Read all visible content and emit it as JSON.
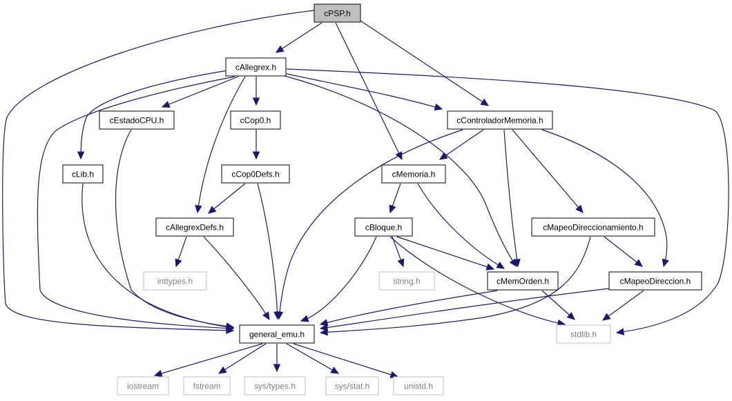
{
  "graph": {
    "title": "cPSP.h",
    "nodes": [
      {
        "id": "cPSP",
        "label": "cPSP.h",
        "style": "root"
      },
      {
        "id": "cAllegrex",
        "label": "cAllegrex.h",
        "style": "local"
      },
      {
        "id": "cEstadoCPU",
        "label": "cEstadoCPU.h",
        "style": "local"
      },
      {
        "id": "cCop0",
        "label": "cCop0.h",
        "style": "local"
      },
      {
        "id": "cControladorMemoria",
        "label": "cControladorMemoria.h",
        "style": "local"
      },
      {
        "id": "cLib",
        "label": "cLib.h",
        "style": "local"
      },
      {
        "id": "cCop0Defs",
        "label": "cCop0Defs.h",
        "style": "local"
      },
      {
        "id": "cMemoria",
        "label": "cMemoria.h",
        "style": "local"
      },
      {
        "id": "cAllegrexDefs",
        "label": "cAllegrexDefs.h",
        "style": "local"
      },
      {
        "id": "cBloque",
        "label": "cBloque.h",
        "style": "local"
      },
      {
        "id": "cMapeoDireccionamiento",
        "label": "cMapeoDireccionamiento.h",
        "style": "local"
      },
      {
        "id": "inttypes",
        "label": "inttypes.h",
        "style": "system"
      },
      {
        "id": "string",
        "label": "string.h",
        "style": "system"
      },
      {
        "id": "cMemOrden",
        "label": "cMemOrden.h",
        "style": "local"
      },
      {
        "id": "cMapeoDireccion",
        "label": "cMapeoDireccion.h",
        "style": "local"
      },
      {
        "id": "general_emu",
        "label": "general_emu.h",
        "style": "local"
      },
      {
        "id": "stdlib",
        "label": "stdlib.h",
        "style": "system"
      },
      {
        "id": "iostream",
        "label": "iostream",
        "style": "system"
      },
      {
        "id": "fstream",
        "label": "fstream",
        "style": "system"
      },
      {
        "id": "sys_types",
        "label": "sys/types.h",
        "style": "system"
      },
      {
        "id": "sys_stat",
        "label": "sys/stat.h",
        "style": "system"
      },
      {
        "id": "unistd",
        "label": "unistd.h",
        "style": "system"
      }
    ],
    "edges": [
      {
        "from": "cPSP",
        "to": "cAllegrex"
      },
      {
        "from": "cPSP",
        "to": "general_emu"
      },
      {
        "from": "cPSP",
        "to": "cMemoria"
      },
      {
        "from": "cPSP",
        "to": "cControladorMemoria"
      },
      {
        "from": "cAllegrex",
        "to": "cEstadoCPU"
      },
      {
        "from": "cAllegrex",
        "to": "cCop0"
      },
      {
        "from": "cAllegrex",
        "to": "cControladorMemoria"
      },
      {
        "from": "cAllegrex",
        "to": "cLib"
      },
      {
        "from": "cAllegrex",
        "to": "cAllegrexDefs"
      },
      {
        "from": "cAllegrex",
        "to": "general_emu"
      },
      {
        "from": "cAllegrex",
        "to": "cMemOrden"
      },
      {
        "from": "cAllegrex",
        "to": "stdlib"
      },
      {
        "from": "cEstadoCPU",
        "to": "general_emu"
      },
      {
        "from": "cCop0",
        "to": "cCop0Defs"
      },
      {
        "from": "cCop0Defs",
        "to": "cAllegrexDefs"
      },
      {
        "from": "cCop0Defs",
        "to": "general_emu"
      },
      {
        "from": "cLib",
        "to": "general_emu"
      },
      {
        "from": "cControladorMemoria",
        "to": "cMemoria"
      },
      {
        "from": "cControladorMemoria",
        "to": "cMemOrden"
      },
      {
        "from": "cControladorMemoria",
        "to": "cMapeoDireccionamiento"
      },
      {
        "from": "cControladorMemoria",
        "to": "cMapeoDireccion"
      },
      {
        "from": "cControladorMemoria",
        "to": "general_emu"
      },
      {
        "from": "cMemoria",
        "to": "cBloque"
      },
      {
        "from": "cMemoria",
        "to": "cMemOrden"
      },
      {
        "from": "cAllegrexDefs",
        "to": "inttypes"
      },
      {
        "from": "cAllegrexDefs",
        "to": "general_emu"
      },
      {
        "from": "cBloque",
        "to": "string"
      },
      {
        "from": "cBloque",
        "to": "cMemOrden"
      },
      {
        "from": "cBloque",
        "to": "general_emu"
      },
      {
        "from": "cBloque",
        "to": "stdlib"
      },
      {
        "from": "cMapeoDireccionamiento",
        "to": "cMapeoDireccion"
      },
      {
        "from": "cMapeoDireccionamiento",
        "to": "general_emu"
      },
      {
        "from": "cMemOrden",
        "to": "general_emu"
      },
      {
        "from": "cMemOrden",
        "to": "stdlib"
      },
      {
        "from": "cMapeoDireccion",
        "to": "general_emu"
      },
      {
        "from": "cMapeoDireccion",
        "to": "stdlib"
      },
      {
        "from": "general_emu",
        "to": "iostream"
      },
      {
        "from": "general_emu",
        "to": "fstream"
      },
      {
        "from": "general_emu",
        "to": "sys_types"
      },
      {
        "from": "general_emu",
        "to": "sys_stat"
      },
      {
        "from": "general_emu",
        "to": "unistd"
      }
    ],
    "colors": {
      "root_fill": "#bfbfbf",
      "local_border": "#000000",
      "system_border": "#bfbfbf",
      "system_text": "#7f7f7f",
      "edge": "#191970"
    }
  }
}
